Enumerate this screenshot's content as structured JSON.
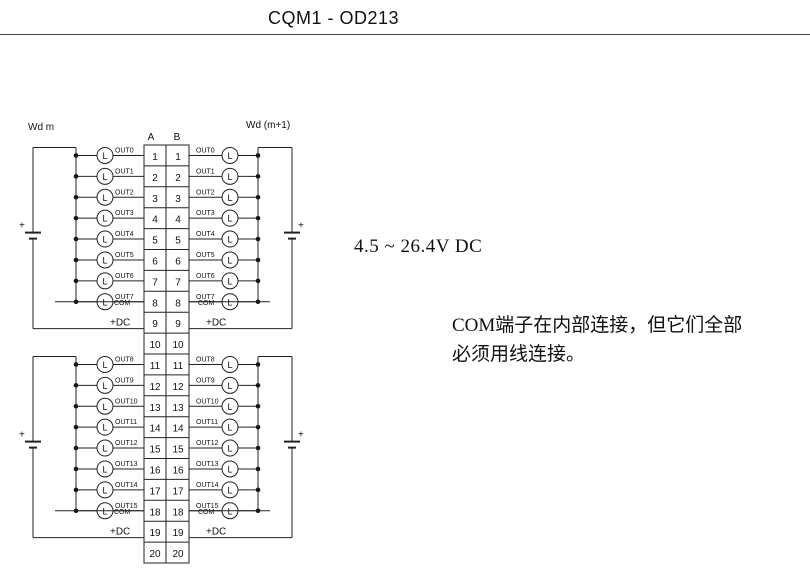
{
  "header": {
    "title": "CQM1 - OD213"
  },
  "diagram": {
    "word_left": "Wd m",
    "word_right": "Wd (m+1)",
    "col_a": "A",
    "col_b": "B",
    "upper_outputs": [
      "OUT0",
      "OUT1",
      "OUT2",
      "OUT3",
      "OUT4",
      "OUT5",
      "OUT6",
      "OUT7"
    ],
    "lower_outputs": [
      "OUT8",
      "OUT9",
      "OUT10",
      "OUT11",
      "OUT12",
      "OUT13",
      "OUT14",
      "OUT15"
    ],
    "com_label": "COM",
    "dc_label": "+DC",
    "load_label": "L",
    "plus": "+",
    "terminals_a": [
      "1",
      "2",
      "3",
      "4",
      "5",
      "6",
      "7",
      "8",
      "9",
      "10",
      "11",
      "12",
      "13",
      "14",
      "15",
      "16",
      "17",
      "18",
      "19",
      "20"
    ],
    "terminals_b": [
      "1",
      "2",
      "3",
      "4",
      "5",
      "6",
      "7",
      "8",
      "9",
      "10",
      "11",
      "12",
      "13",
      "14",
      "15",
      "16",
      "17",
      "18",
      "19",
      "20"
    ]
  },
  "voltage": "4.5 ~ 26.4V DC",
  "note_lines": [
    "COM端子在内部连接，但它们全部",
    "必须用线连接。"
  ]
}
